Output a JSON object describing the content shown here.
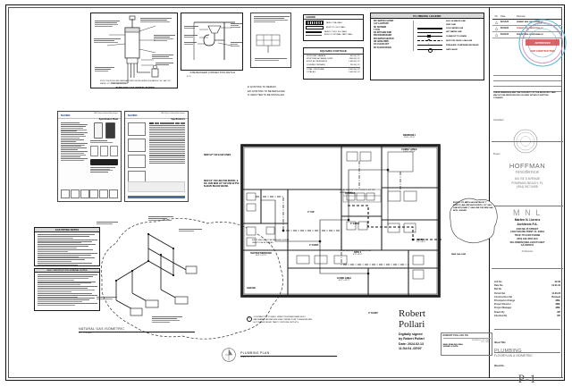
{
  "sheet": {
    "title": "PLUMBING PLAN",
    "sheet_number": "P-1",
    "sheet_title_label": "Sheet Title",
    "sheet_title_value": "PLUMBING",
    "sheet_title_value2": "FLOORPLAN & ISOMETRIC",
    "sheet_no_label": "Sheet No."
  },
  "titleblock": {
    "revision_header": {
      "no": "No.",
      "date": "Date",
      "revision": "Revision"
    },
    "revisions": [
      {
        "no": "1",
        "date": "02.13.24",
        "text": "PERMIT REV. RESPONSE #1"
      },
      {
        "no": "2",
        "date": "03.04.24",
        "text": "PERMIT REV. RESPONSE #2"
      },
      {
        "no": "3",
        "date": "04.22.24",
        "text": "PERMIT REV. RESPONSE #3"
      }
    ],
    "stamp_text": "APPROVED FOR CONSTRUCTION",
    "stamp_center": "CITY OF POMPANO BEACH BUILDING DEPARTMENT",
    "general_note": "THESE DRAWINGS ARE THE PROPERTY OF THE ARCHITECT AND MAY NOT BE REPRODUCED OR USED WITHOUT WRITTEN CONSENT.",
    "consultant_label": "Consultant",
    "project_label": "Project",
    "project_name": "HOFFMAN",
    "project_sub": "residence",
    "project_address_1": "610 SE 5 AVENUE",
    "project_address_2": "POMPANO BEACH, FL",
    "project_phone": "(954) 567-5498",
    "firm_logo": "M N L",
    "architect_name": "Marline N. Llorens",
    "architect_title": "Architects P.A.",
    "architect_addr_1": "3400 NE 45 STREET",
    "architect_addr_2": "LIGHTHOUSE POINT, FL 33064",
    "architect_phone": "TRUE 770-0420  PHONE",
    "architect_fax": "(954) 942-4564  FAX",
    "architect_email": "MLLORENS@BELLSOUTH.NET",
    "architect_license": "AA 0026151",
    "discipline": "Architecture",
    "fields": [
      {
        "label": "Job No.",
        "value": "22-09"
      },
      {
        "label": "Date No.",
        "value": "12.01.22"
      },
      {
        "label": "Bid No.",
        "value": ""
      },
      {
        "label": "Permit Set",
        "value": "11.30.23"
      },
      {
        "label": "Construction Set",
        "value": "Revised"
      },
      {
        "label": "Principal-in-Charge",
        "value": "MNL"
      },
      {
        "label": "Project Director",
        "value": "MNL"
      },
      {
        "label": "Project Manager",
        "value": "MNL"
      },
      {
        "label": "Drawn By",
        "value": "RP"
      },
      {
        "label": "Checked By",
        "value": "RP"
      }
    ]
  },
  "signature": {
    "name_line_1": "Robert",
    "name_line_2": "Pollari",
    "meta_1": "Digitally signed",
    "meta_2": "by Robert Pollari",
    "meta_3": "Date: 2024.02.13",
    "meta_4": "11:54:04 -05'00'",
    "stamp_name": "ROBERT POLLARI, P.E.",
    "stamp_sub": "FLORIDA LIC. NO. 53147",
    "stamp_sub2": "P.E. # 58101",
    "stamp_line1": "SEAL SEALING SEAL",
    "stamp_line2": "SIGNED & DATE"
  },
  "plumbing_legend": {
    "title": "PLUMBING LEGEND",
    "left_items": [
      "WC  WATER CLOSET",
      "LAV LAVATORY",
      "SH  SHOWER",
      "T   TUB",
      "KS  KITCHEN SINK",
      "DW  DISHWASHER",
      "WH  WATER HEATER",
      "HB  HOSE BIBB",
      "CO  CLEAN OUT",
      "FD  FLOOR DRAIN"
    ],
    "right_items": [
      {
        "style": "dashdot",
        "label": "SOIL OR WASTE LINE"
      },
      {
        "style": "dash",
        "label": "VENT LINE"
      },
      {
        "style": "solid",
        "label": "COLD WATER LINE"
      },
      {
        "style": "thin",
        "label": "HOT WATER LINE"
      },
      {
        "style": "co",
        "label": "CLEANOUT TO GRADE"
      },
      {
        "style": "gv",
        "label": "SHUT-OFF VALVE / GAS LINE"
      },
      {
        "style": "pt",
        "label": "PRESSURE / TEMPERATURE RELIEF"
      },
      {
        "style": "wv",
        "label": "GATE VALVE"
      }
    ]
  },
  "legend_box": {
    "title": "LEGEND",
    "items": [
      "NEW 4\" DIA. WALL",
      "EXIST. 8\" C.B.S. WALL",
      "NEW 8\" C.M.U. FILL WALL",
      "EXIST. 4\" DRYWALL PART. WALL"
    ]
  },
  "square_footage": {
    "title": "SQUARE FOOTAGE",
    "rows": [
      {
        "label": "PROPOSED GARAGE",
        "value": "400 SQ. FT."
      },
      {
        "label": "PROPOSED A/C AREA - EXIST.",
        "value": "2408 SQ. FT."
      },
      {
        "label": "EXIST. A/C RESIDENCE",
        "value": "1,608 SQ. FT."
      },
      {
        "label": "COVERED TERRACE",
        "value": "296 SQ. FT."
      },
      {
        "label": "TOTAL - PROPOSED",
        "value": "3,004 SQ. FT."
      },
      {
        "label": "TOTAL  A/C",
        "value": "2,408 SQ. FT."
      }
    ]
  },
  "abbrev_notes": [
    "E:  EXISTING TO REMAIN.",
    "ER: EXISTING TO BE REPLACED",
    "N:  NEW ITEM TO BE INSTALLED."
  ],
  "details": [
    {
      "title": "TANKLESS GAS WATER HEATER",
      "sub": "NOTE: THE MODEL AND MANUFACTURER SHOWN HEREIN IS A SAMPLE, 3/4\" GAS, 3/4\" WATER, 1/2\" COND. SEE SPECS."
    },
    {
      "title": "DISHWASHER CONNECTION DETAIL",
      "sub": "N.T.S."
    }
  ],
  "plan_notes": {
    "note_1": "NEW 1/2\" CW & HW LINES.",
    "note_2": "NEW 1/2\" CW LINE FOR REFRIG. & ICE. RUN NEW 1/2\" CW LINE IN PVC SLEEVE BELOW GRADE.",
    "note_3": "EXISTG. 275 MBTH GAS METER W/ 1\" SUPPLY LINE. REPLACE EXISTG. 1/2\" GAS LINE WITH NEW 1\" GAS LINE FOR NEW GAS APPL. SHOWN.",
    "note_4": "CONTRACTOR TO FIELD VERIFY FURTHEST AND MOST FAVORABLE HW RETURN LINE CONNECTION TO ASSURE MIN. HOT WATER DELAY TIME TO FIXTURE OUTLETS.",
    "note_5": "EXIST. GAS LINE TO BE REMOVED & EXIST. LINES TO BE EXTENDED",
    "note_6": "EXIST. CW & HW LINES TO BE RE-ROUTED",
    "note_7": "CONN. NEW 3/4\" CW TO EXISTG. 3/4\" CW SERVICE LINE",
    "note_8": "CONN. NEW 3/4\" CW TO EXISTG. 3/4\"",
    "note_9": "NEW GAS LINE"
  },
  "plan_rooms": [
    {
      "label": "MASTER BEDROOM",
      "size": "14'-0\" x 15'-2\""
    },
    {
      "label": "FAMILY AREA",
      "size": "14'-0\" x 21'-0\""
    },
    {
      "label": "BEDROOM 2",
      "size": "11'-6\" x 12'-0\""
    },
    {
      "label": "BEDROOM 3",
      "size": "10'-6\" x 11'-4\""
    },
    {
      "label": "DINING",
      "size": "12'-0\" x 11'-0\""
    },
    {
      "label": "KITCHEN",
      "size": ""
    },
    {
      "label": "LIVING AREA",
      "size": "15'-2\" x 22'-7\""
    },
    {
      "label": "BATH 2",
      "size": "6'-0\" x 8'-4\""
    },
    {
      "label": "BATH 3",
      "size": "5'-0\" x 8'-4\""
    },
    {
      "label": "GARAGE",
      "size": ""
    },
    {
      "label": "TERRACE",
      "size": ""
    }
  ],
  "plan_dims": [
    "4\"  EXIST",
    "4\"  EXIST",
    "3\"  EXIST",
    "4\" CW",
    "3/4\" CW"
  ],
  "gas_isometric": {
    "title": "NATURAL GAS ISOMETRIC",
    "sub": "NOT TO SCALE"
  },
  "plan_label": {
    "title": "PLUMBING PLAN",
    "sub": "SCALE: 1/4\" = 1'-0\""
  },
  "gas_notes": {
    "title_1": "GAS PIPING NOTES",
    "title_2": "GAS CONSTRUCTION GENERAL NOTES"
  },
  "cut_sheets": [
    {
      "brand": "NAVIEN",
      "title": "NPE-2 Series Tankless Water Heaters",
      "sub": "Specification Sheet"
    },
    {
      "brand": "NAVIEN",
      "title": "NPE-2 Series Tankless Water Heaters",
      "sub": "Specifications"
    }
  ]
}
